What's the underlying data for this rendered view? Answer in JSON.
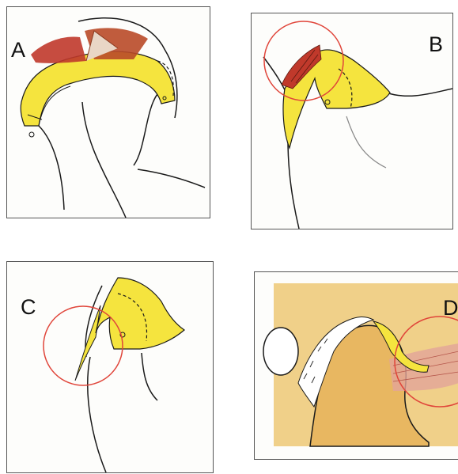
{
  "panels": [
    {
      "id": "a",
      "label": "A"
    },
    {
      "id": "b",
      "label": "B"
    },
    {
      "id": "c",
      "label": "C"
    },
    {
      "id": "d",
      "label": "D"
    }
  ],
  "colors": {
    "cartilage": "#f5e43e",
    "muscle": "#c0392b",
    "circle": "#e0453a",
    "background_d": "#f0d089",
    "line": "#1a1a1a"
  }
}
